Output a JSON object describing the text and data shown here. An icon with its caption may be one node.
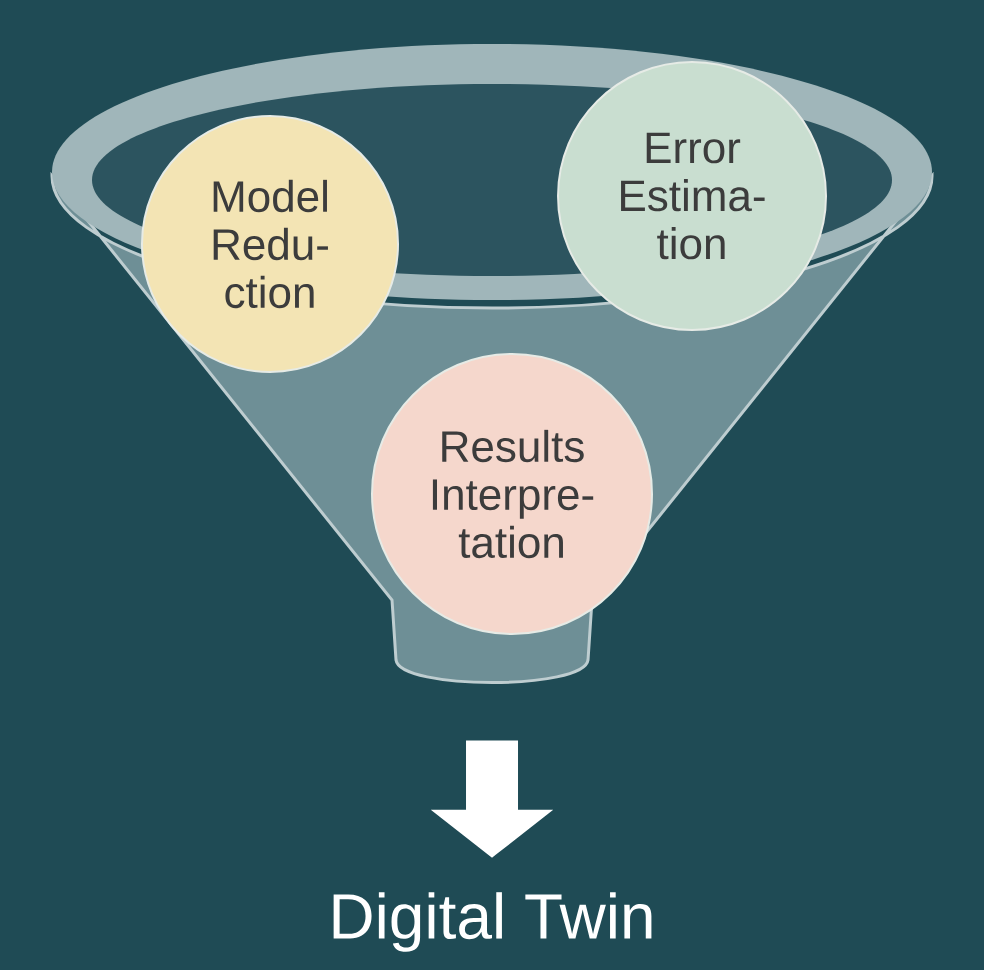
{
  "diagram": {
    "nodes": [
      {
        "text": [],
        "shape": "funnel"
      },
      {
        "text": [
          "Model Redu-ction"
        ]
      },
      {
        "text": [
          "Error Estima-tion"
        ]
      },
      {
        "text": [
          "Results Interpre-tation"
        ],
        "in": 0
      },
      {
        "text": [
          "Digital Twin"
        ]
      }
    ],
    "edges": [
      {
        "from": 0,
        "to": 4,
        "arrow": "to"
      }
    ]
  }
}
